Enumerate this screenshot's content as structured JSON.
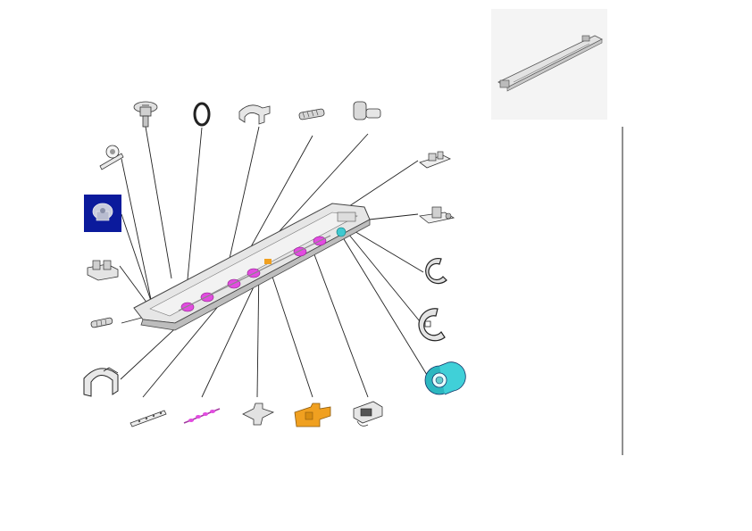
{
  "diagram": {
    "kind": "exploded-parts-view",
    "labels": [],
    "colors": {
      "roller": "#e24ce0",
      "gear_orange": "#f0a020",
      "bearing_cyan": "#3fc9d0",
      "screw_highlight_bg": "#0b1a9c",
      "part_gray": "#d9d9d9",
      "outline": "#333333",
      "leader": "#222222"
    },
    "parts": [
      {
        "id": "spring-small-top",
        "icon": "spring-icon"
      },
      {
        "id": "flange-screw",
        "icon": "screw-icon"
      },
      {
        "id": "o-ring",
        "icon": "ring-icon"
      },
      {
        "id": "clamp-saddle",
        "icon": "saddle-icon"
      },
      {
        "id": "coil-spring",
        "icon": "spring-icon"
      },
      {
        "id": "shoulder-screw",
        "icon": "screw-icon"
      },
      {
        "id": "hinge-clip-top",
        "icon": "clip-icon"
      },
      {
        "id": "highlighted-screw",
        "icon": "screw-icon"
      },
      {
        "id": "hinge-clip-right",
        "icon": "clip-icon"
      },
      {
        "id": "latch-bracket",
        "icon": "bracket-icon"
      },
      {
        "id": "e-ring-1",
        "icon": "e-ring-icon"
      },
      {
        "id": "spring-left",
        "icon": "spring-icon"
      },
      {
        "id": "e-ring-2",
        "icon": "e-ring-icon"
      },
      {
        "id": "large-saddle",
        "icon": "saddle-icon"
      },
      {
        "id": "bearing",
        "icon": "bearing-icon"
      },
      {
        "id": "flat-strip",
        "icon": "strip-icon"
      },
      {
        "id": "roller-shaft",
        "icon": "shaft-icon"
      },
      {
        "id": "cross-plate",
        "icon": "plate-icon"
      },
      {
        "id": "gear-bracket",
        "icon": "gear-icon"
      },
      {
        "id": "lever-bracket",
        "icon": "bracket-icon"
      },
      {
        "id": "assembly-thumbnail",
        "icon": "assembly-icon"
      }
    ]
  }
}
